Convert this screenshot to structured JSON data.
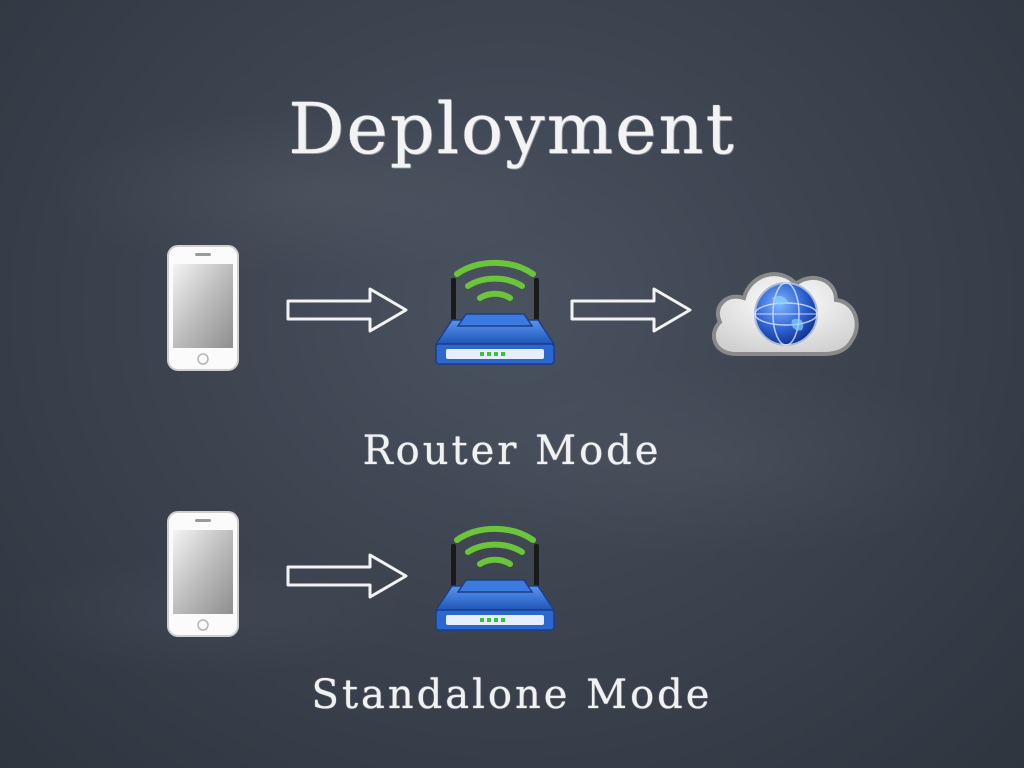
{
  "slide": {
    "title": "Deployment",
    "router_mode_label": "Router Mode",
    "standalone_mode_label": "Standalone Mode"
  },
  "colors": {
    "board": "#3d4450",
    "chalk": "#f3f3f3",
    "router_blue": "#2f6fd6",
    "signal_green": "#6cc43a"
  },
  "icons": {
    "phone": "smartphone-icon",
    "arrow": "right-arrow-icon",
    "router": "wifi-router-icon",
    "cloud": "cloud-globe-icon"
  }
}
